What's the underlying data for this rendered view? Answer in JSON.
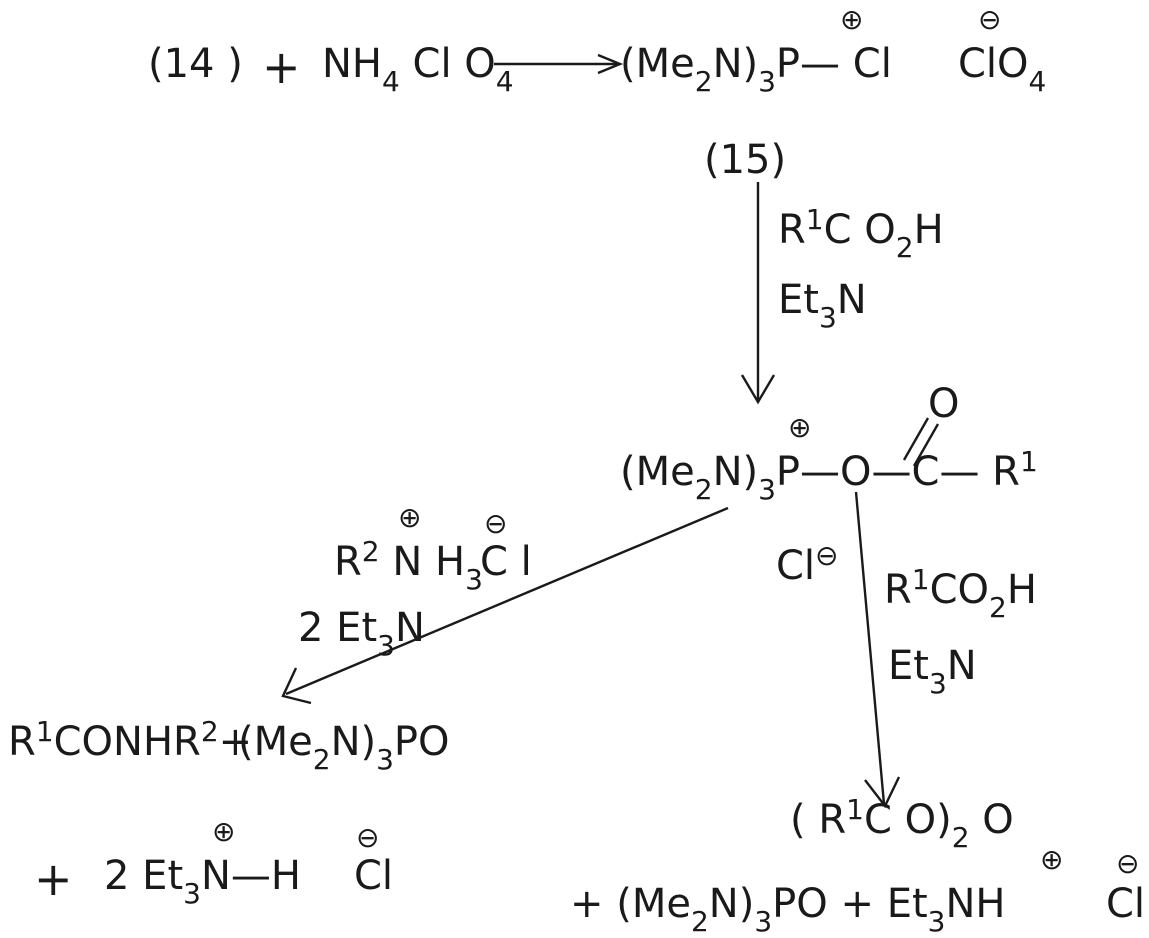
{
  "scheme": {
    "row1": {
      "reactant_ref": "(14 )",
      "plus": "+",
      "reagent": "NH₄ClO₄",
      "reagent_parts": {
        "a": "NH",
        "b": "4",
        "c": " Cl O",
        "d": "4"
      },
      "product": {
        "lig": "(Me",
        "lig_s1": "2",
        "lig2": "N)",
        "lig_s2": "3",
        "p": "P",
        "bond": "—",
        "cl": " Cl"
      },
      "cation_charge": "⊕",
      "counter": {
        "a": "ClO",
        "b": "4"
      },
      "counter_charge": "⊖"
    },
    "label_15": "(15)",
    "step1_reagents": {
      "r1": "R",
      "r1_sup": "1",
      "r1_rest": "C O",
      "r1_sub": "2",
      "r1_h": "H",
      "et": "Et",
      "et_sub": "3",
      "et_n": "N"
    },
    "intermediate": {
      "lig": "(Me",
      "lig_s1": "2",
      "lig2": "N)",
      "lig_s2": "3",
      "p": "P",
      "mid": "—O—",
      "c": "C",
      "r": "— R",
      "r_sup": "1",
      "oxygen": "O",
      "cation_charge": "⊕",
      "counter": "Cl",
      "counter_charge": "⊖"
    },
    "left_reagents": {
      "amm": "R",
      "amm_sup": "2",
      "amm_n": " N H",
      "amm_sub": "3",
      "amm_charge": "⊕",
      "cl": "C l",
      "cl_charge": "⊖",
      "base": "2 Et",
      "base_sub": "3",
      "base_n": "N"
    },
    "right_reagents": {
      "r1": "R",
      "r1_sup": "1",
      "r1_rest": "CO",
      "r1_sub": "2",
      "r1_h": "H",
      "et": "Et",
      "et_sub": "3",
      "et_n": "N"
    },
    "left_products": {
      "amide": "R",
      "amide_sup": "1",
      "amide_rest": "CONHR",
      "amide_sup2": "2",
      "plus": "+",
      "hmpa": "(Me",
      "hmpa_s1": "2",
      "hmpa2": "N)",
      "hmpa_s2": "3",
      "hmpa3": "PO",
      "plus2": "+",
      "salt": "2 Et",
      "salt_sub": "3",
      "salt_n": "N—H",
      "salt_charge": "⊕",
      "cl": "Cl",
      "cl_charge": "⊖"
    },
    "right_products": {
      "anh": "( R",
      "anh_sup": "1",
      "anh_rest": "C O)",
      "anh_sub": "2",
      "anh_o": " O",
      "plus": "+ (Me",
      "hmpa_s1": "2",
      "hmpa2": "N)",
      "hmpa_s2": "3",
      "hmpa3": "PO + Et",
      "et_sub": "3",
      "nh": "NH",
      "nh_charge": "⊕",
      "cl": "Cl",
      "cl_charge": "⊖"
    }
  }
}
